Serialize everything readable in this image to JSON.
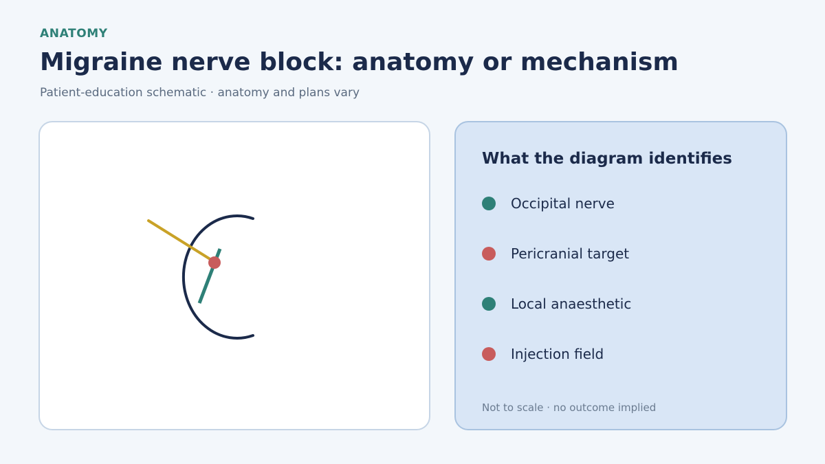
{
  "header": {
    "eyebrow": "ANATOMY",
    "title": "Migraine nerve block: anatomy or mechanism",
    "subtitle": "Patient-education schematic · anatomy and plans vary"
  },
  "legend": {
    "title": "What the diagram identifies",
    "items": [
      {
        "label": "Occipital nerve",
        "color": "#2e8077"
      },
      {
        "label": "Pericranial target",
        "color": "#c85c5c"
      },
      {
        "label": "Local anaesthetic",
        "color": "#2e8077"
      },
      {
        "label": "Injection field",
        "color": "#c85c5c"
      }
    ],
    "note": "Not to scale · no outcome implied"
  },
  "colors": {
    "head_outline": "#1b2a4a",
    "needle": "#c9a227",
    "nerve": "#2e8077",
    "target": "#c85c5c"
  }
}
